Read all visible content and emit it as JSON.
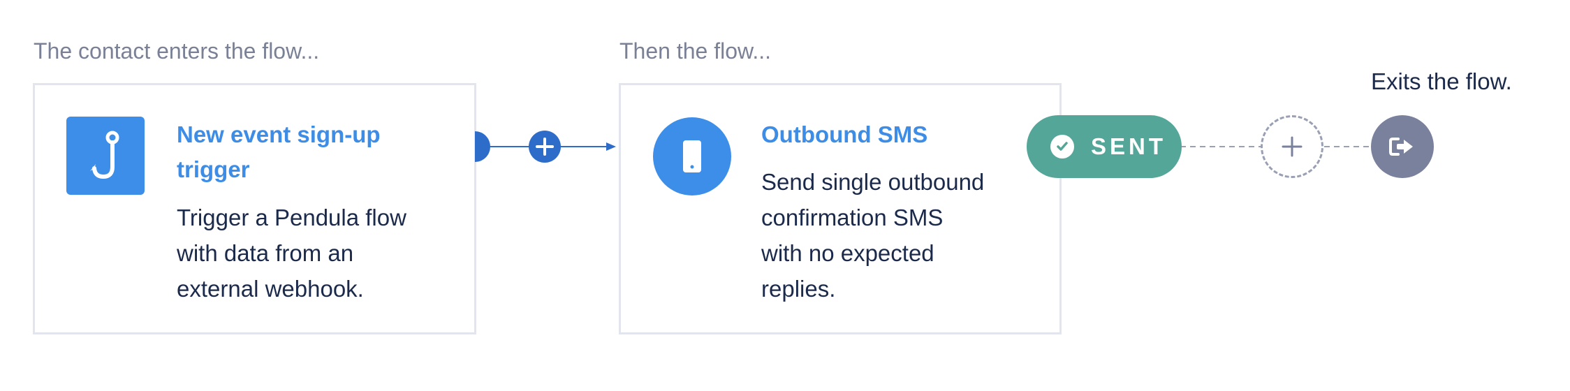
{
  "flow": {
    "entry_caption": "The contact enters the flow...",
    "then_caption": "Then the flow...",
    "exit_caption": "Exits the flow.",
    "trigger_step": {
      "title_line1": "New event sign-up",
      "title_line2": "trigger",
      "description_lines": [
        "Trigger a Pendula flow",
        "with data from an",
        "external webhook."
      ],
      "icon": "hook-icon"
    },
    "sms_step": {
      "title": "Outbound SMS",
      "description_lines": [
        "Send single outbound",
        "confirmation SMS",
        "with no expected",
        "replies."
      ],
      "icon": "phone-icon"
    },
    "status_badge": {
      "label": "SENT",
      "icon": "check-circle-icon"
    },
    "add_step_icon": "plus-icon",
    "exit_icon": "exit-icon"
  },
  "colors": {
    "accent": "#3d8de6",
    "connector": "#2d6cc8",
    "sent": "#54a699",
    "exit": "#7a819c",
    "muted_text": "#7a8196",
    "dark_text": "#1b2a4a",
    "card_border": "#e2e5ee"
  }
}
